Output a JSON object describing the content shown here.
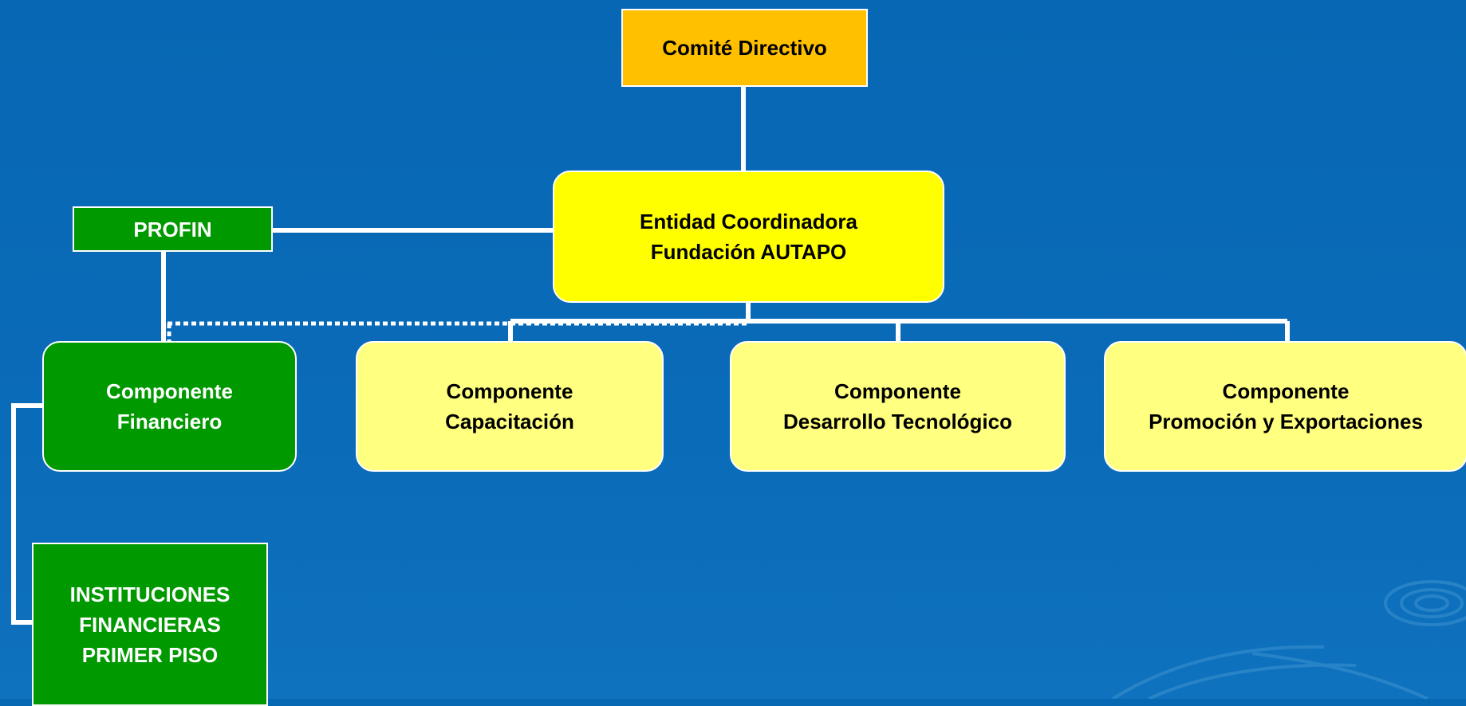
{
  "org_chart": {
    "comite": {
      "line1": "Comité Directivo"
    },
    "entidad": {
      "line1": "Entidad Coordinadora",
      "line2": "Fundación AUTAPO"
    },
    "profin": {
      "line1": "PROFIN"
    },
    "financiero": {
      "line1": "Componente",
      "line2": "Financiero"
    },
    "capacitacion": {
      "line1": "Componente",
      "line2": "Capacitación"
    },
    "desarrollo": {
      "line1": "Componente",
      "line2": "Desarrollo Tecnológico"
    },
    "promocion": {
      "line1": "Componente",
      "line2": "Promoción y Exportaciones"
    },
    "instituciones": {
      "line1": "INSTITUCIONES",
      "line2": "FINANCIERAS",
      "line3": "PRIMER PISO"
    }
  },
  "colors": {
    "background": "#0667b3",
    "connector": "#ffffff",
    "top_box": "#ffc000",
    "coordinator_box": "#ffff00",
    "component_box": "#ffff80",
    "financial_box": "#009900"
  }
}
